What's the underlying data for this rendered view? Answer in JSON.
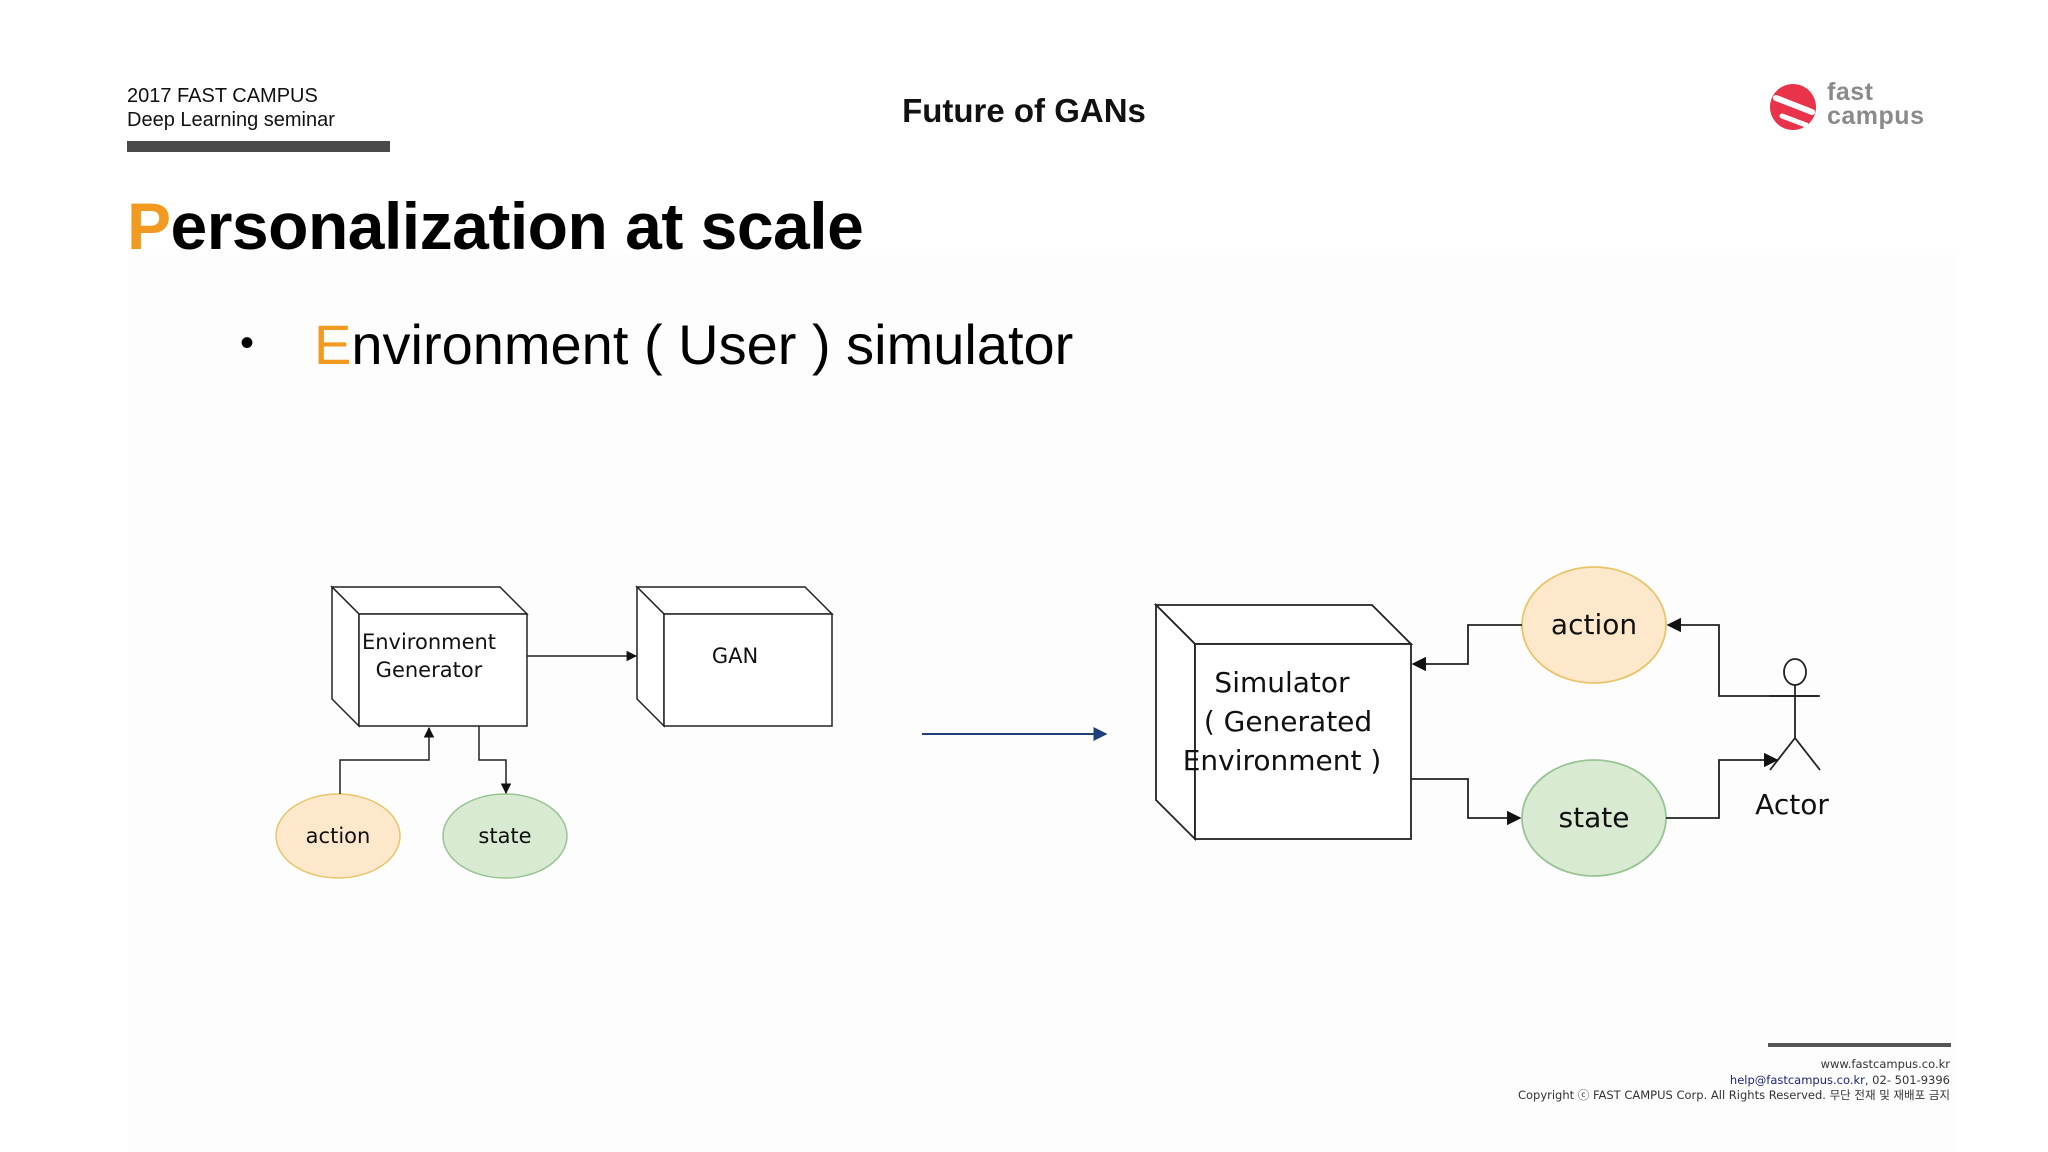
{
  "header": {
    "org_line1": "2017 FAST CAMPUS",
    "org_line2": "Deep Learning seminar",
    "section": "Future of GANs",
    "logo_line1": "fast",
    "logo_line2": "campus"
  },
  "title": {
    "first_letter": "P",
    "rest": "ersonalization at scale"
  },
  "bullet": {
    "marker": "•",
    "first_letter": "E",
    "rest": "nvironment ( User ) simulator"
  },
  "diagram": {
    "left": {
      "env_generator_line1": "Environment",
      "env_generator_line2": "Generator",
      "gan": "GAN",
      "action": "action",
      "state": "state"
    },
    "right": {
      "simulator_line1": "Simulator",
      "simulator_line2": "( Generated",
      "simulator_line3": "Environment )",
      "action": "action",
      "state": "state",
      "actor": "Actor"
    }
  },
  "colors": {
    "accent": "#f29a1f",
    "action_fill": "#fde8cb",
    "action_stroke": "#e9c46a",
    "state_fill": "#d8ebd2",
    "state_stroke": "#98c392",
    "transition_arrow": "#1f3f7a"
  },
  "footer": {
    "website": "www.fastcampus.co.kr",
    "email": "help@fastcampus.co.kr",
    "phone": ", 02- 501-9396",
    "copyright": "Copyright ⓒ FAST CAMPUS Corp.  All Rights Reserved. 무단 전재 및 재배포 금지"
  }
}
